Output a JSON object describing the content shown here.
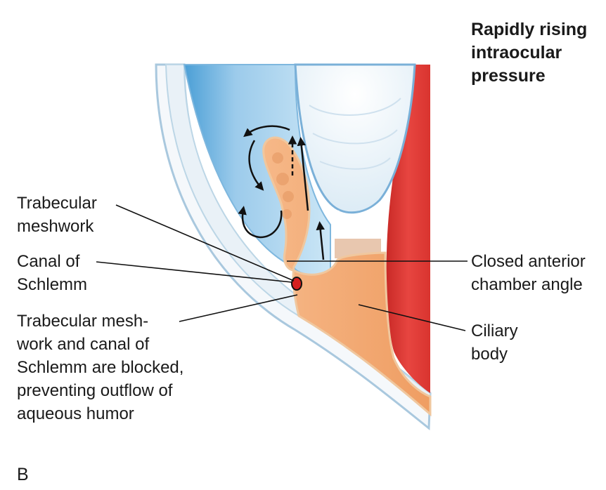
{
  "title": {
    "lines": [
      "Rapidly rising",
      "intraocular",
      "pressure"
    ]
  },
  "panel_letter": "B",
  "labels": {
    "trabecular_meshwork": [
      "Trabecular",
      "meshwork"
    ],
    "canal_of_schlemm": [
      "Canal of",
      "Schlemm"
    ],
    "blocked_note": [
      "Trabecular mesh-",
      "work and canal of",
      "Schlemm are blocked,",
      "preventing outflow of",
      "aqueous humor"
    ],
    "closed_angle": [
      "Closed anterior",
      "chamber angle"
    ],
    "ciliary_body": [
      "Ciliary",
      "body"
    ]
  },
  "colors": {
    "anterior_chamber": "#a8d4ef",
    "cornea_sclera": "#eef4f8",
    "iris": "#f3b07a",
    "ciliary_red": "#e03a35",
    "lens": "#e8f2f8",
    "canal": "#d6201f"
  }
}
